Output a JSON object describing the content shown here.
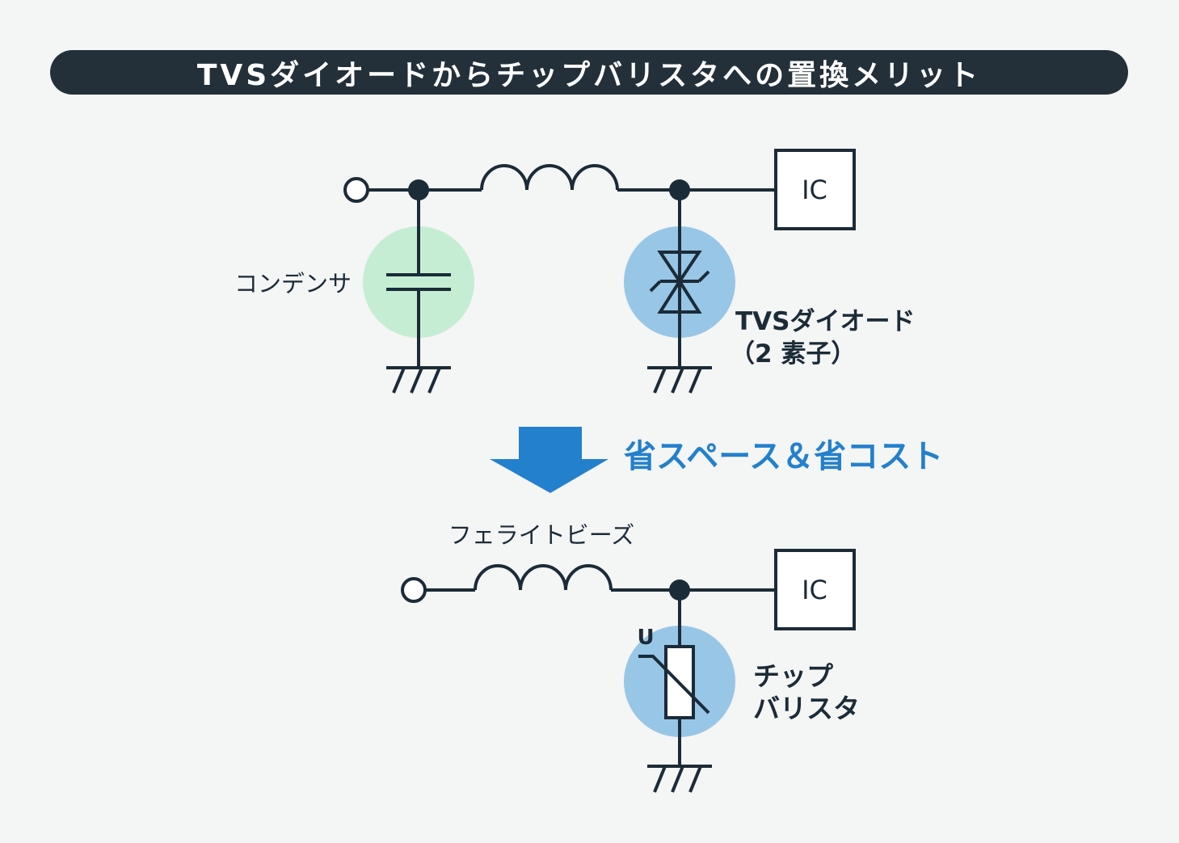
{
  "title": "TVSダイオードからチップバリスタへの置換メリット",
  "before": {
    "ic_label": "IC",
    "capacitor_label": "コンデンサ",
    "tvs_label_line1": "TVSダイオード",
    "tvs_label_line2": "（2 素子）"
  },
  "transition": {
    "benefit_text": "省スペース＆省コスト"
  },
  "after": {
    "ferrite_label": "フェライトビーズ",
    "ic_label": "IC",
    "varistor_symbol": "U",
    "varistor_label_line1": "チップ",
    "varistor_label_line2": "バリスタ"
  },
  "colors": {
    "title_bg": "#233039",
    "wire": "#1b2b38",
    "capacitor_highlight": "#c5edd3",
    "tvs_highlight": "#98c6e7",
    "accent_blue": "#2380cd",
    "background": "#f4f5f5"
  }
}
